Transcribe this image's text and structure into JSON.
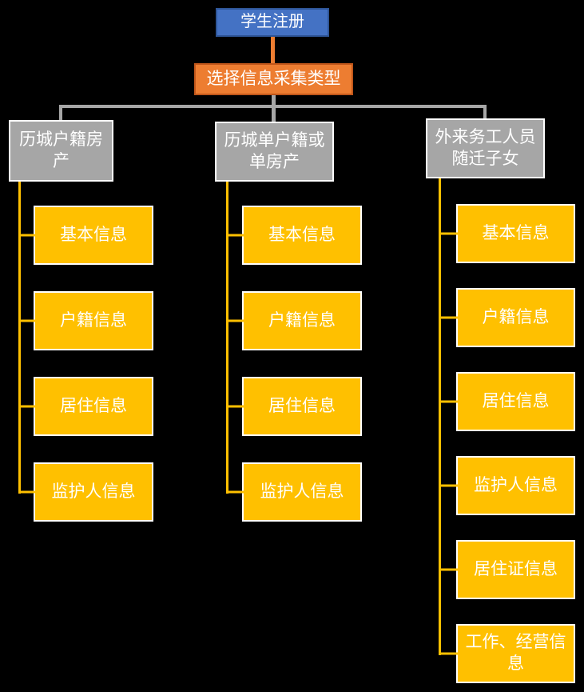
{
  "chart": {
    "root": {
      "label": "学生注册"
    },
    "selector": {
      "label": "选择信息采集类型"
    },
    "branches": [
      {
        "label": "历城户籍房产",
        "children": [
          "基本信息",
          "户籍信息",
          "居住信息",
          "监护人信息"
        ]
      },
      {
        "label": "历城单户籍或单房产",
        "children": [
          "基本信息",
          "户籍信息",
          "居住信息",
          "监护人信息"
        ]
      },
      {
        "label": "外来务工人员随迁子女",
        "children": [
          "基本信息",
          "户籍信息",
          "居住信息",
          "监护人信息",
          "居住证信息",
          "工作、经营信息"
        ]
      }
    ]
  },
  "colors": {
    "background": "#000000",
    "text": "#FFFFFF",
    "root-fill": "#4472C4",
    "root-border": "#2E5597",
    "selector-fill": "#ED7D31",
    "selector-border": "#C0561A",
    "branch-fill": "#A6A6A6",
    "branch-border": "#FFFFFF",
    "child-fill": "#FFC000",
    "child-border": "#FFFFFF",
    "connector-orange": "#ED7D31",
    "connector-gray": "#A6A6A6",
    "connector-gold": "#FFC000"
  }
}
